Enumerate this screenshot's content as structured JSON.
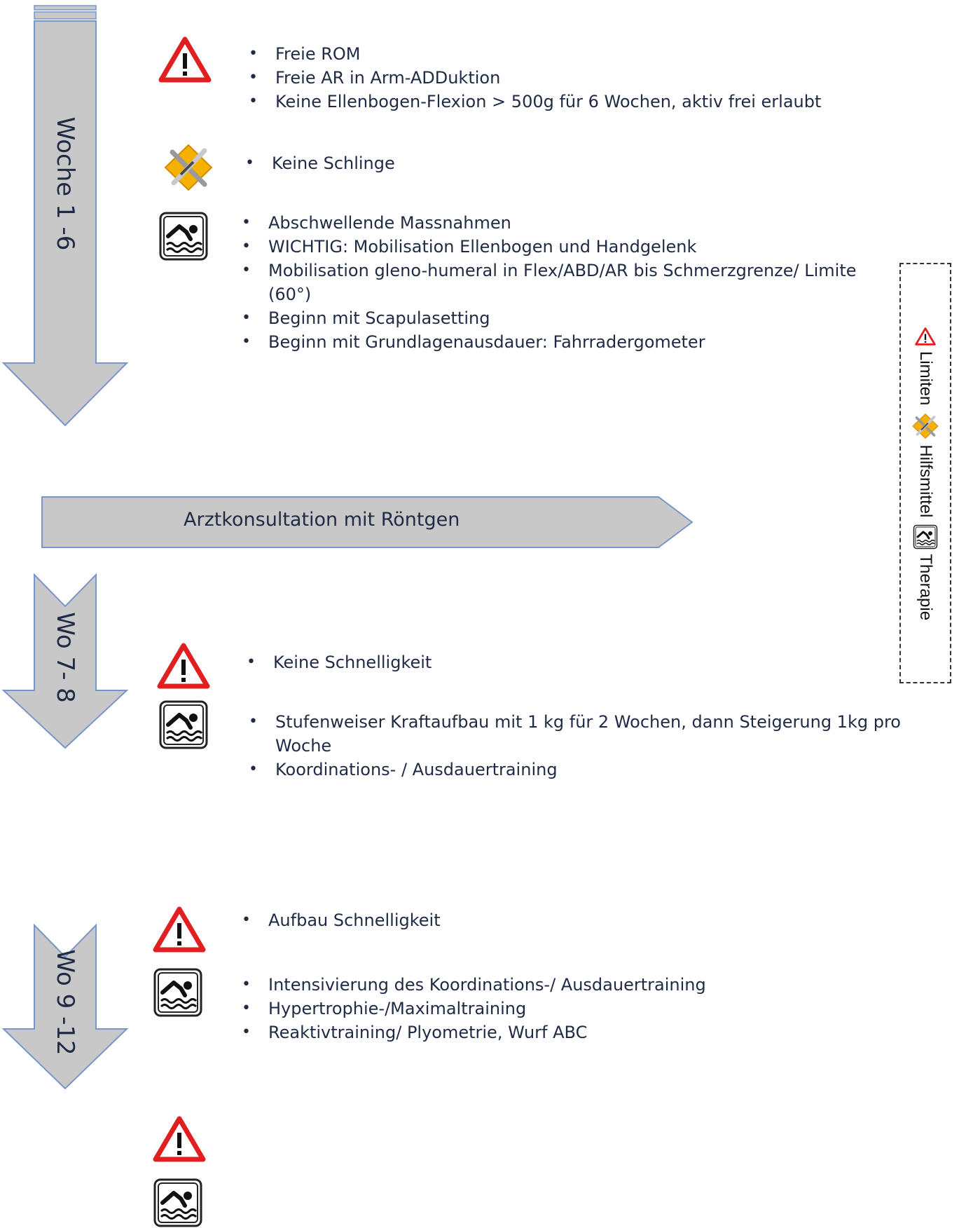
{
  "sections": {
    "week1": {
      "label": "Woche 1 -6",
      "limits": [
        "Freie ROM",
        "Freie AR in Arm-ADDuktion",
        "Keine Ellenbogen-Flexion > 500g für 6 Wochen, aktiv frei erlaubt"
      ],
      "aids": [
        "Keine Schlinge"
      ],
      "therapy": [
        "Abschwellende Massnahmen",
        "WICHTIG: Mobilisation Ellenbogen und Handgelenk",
        "Mobilisation gleno-humeral in Flex/ABD/AR bis Schmerzgrenze/ Limite (60°)",
        "Beginn mit Scapulasetting",
        "Beginn mit Grundlagenausdauer: Fahrradergometer"
      ]
    },
    "banner": {
      "text": "Arztkonsultation mit Röntgen"
    },
    "week7": {
      "label": "Wo 7- 8",
      "limits": [
        "Keine Schnelligkeit"
      ],
      "therapy": [
        "Stufenweiser Kraftaufbau mit 1 kg für 2 Wochen, dann Steigerung 1kg pro Woche",
        "Koordinations- / Ausdauertraining"
      ]
    },
    "week9": {
      "label": "Wo 9 -12",
      "limits": [
        "Aufbau Schnelligkeit"
      ],
      "therapy": [
        "Intensivierung des Koordinations-/ Ausdauertraining",
        "Hypertrophie-/Maximaltraining",
        "Reaktivtraining/ Plyometrie, Wurf ABC"
      ]
    }
  },
  "legend": {
    "limits": "Limiten",
    "aids": "Hilfsmittel",
    "therapy": "Therapie"
  },
  "icons": {
    "warning": "warning-triangle-icon",
    "tools": "wrench-screwdriver-icon",
    "therapy": "swimmer-icon"
  },
  "colors": {
    "arrow_fill": "#c8c8c8",
    "arrow_stroke": "#7a96c8",
    "warning_red": "#e02020",
    "tools_orange": "#f5b000"
  }
}
